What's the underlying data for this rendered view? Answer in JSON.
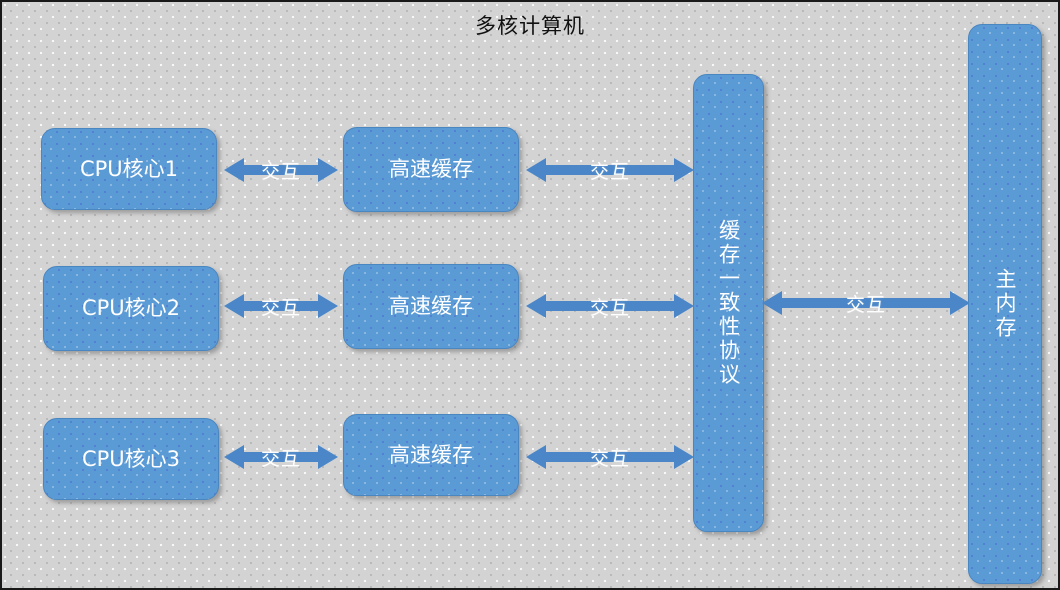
{
  "diagram": {
    "title": "多核计算机",
    "colors": {
      "node_fill": "#5b9bd5",
      "node_border": "#4a86c0",
      "node_text": "#ffffff",
      "arrow": "#4a86c8",
      "background": "#d3d3d3",
      "canvas_border": "#1a1a1a",
      "title_text": "#111111"
    },
    "cores": [
      {
        "label": "CPU核心1"
      },
      {
        "label": "CPU核心2"
      },
      {
        "label": "CPU核心3"
      }
    ],
    "caches": [
      {
        "label": "高速缓存"
      },
      {
        "label": "高速缓存"
      },
      {
        "label": "高速缓存"
      }
    ],
    "protocol": {
      "label": "缓存一致性协议"
    },
    "memory": {
      "label": "主内存"
    },
    "arrows": {
      "core_to_cache": [
        {
          "label": "交互"
        },
        {
          "label": "交互"
        },
        {
          "label": "交互"
        }
      ],
      "cache_to_protocol": [
        {
          "label": "交互"
        },
        {
          "label": "交互"
        },
        {
          "label": "交互"
        }
      ],
      "protocol_to_memory": {
        "label": "交互"
      }
    }
  }
}
